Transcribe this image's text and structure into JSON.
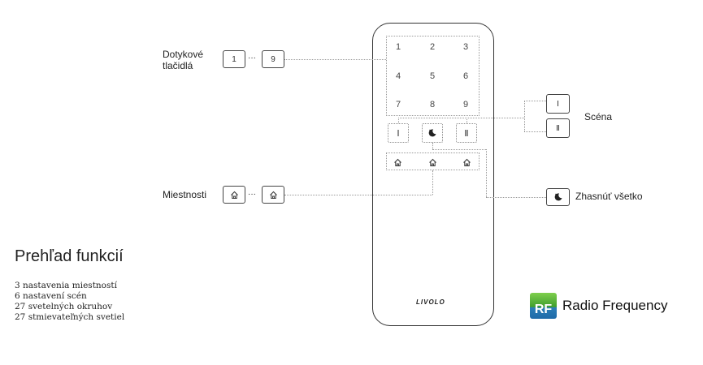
{
  "labels": {
    "touch_buttons": "Dotykové\ntlačidlá",
    "scene": "Scéna",
    "rooms": "Miestnosti",
    "all_off": "Zhasnúť všetko"
  },
  "touch_range": {
    "from": "1",
    "ellipsis": "···",
    "to": "9"
  },
  "keypad": [
    "1",
    "2",
    "3",
    "4",
    "5",
    "6",
    "7",
    "8",
    "9"
  ],
  "scene_buttons": [
    "Ⅰ",
    "Ⅱ"
  ],
  "brand": "LIVOLO",
  "overview": {
    "title": "Prehľad funkcií",
    "lines": [
      "3 nastavenia miestností",
      "6 nastavení scén",
      "27 svetelných okruhov",
      "27 stmievateľných svetiel"
    ]
  },
  "rf": {
    "logo_text": "RF",
    "label": "Radio Frequency"
  },
  "icons": {
    "home": "home-icon",
    "moon": "moon-icon"
  }
}
